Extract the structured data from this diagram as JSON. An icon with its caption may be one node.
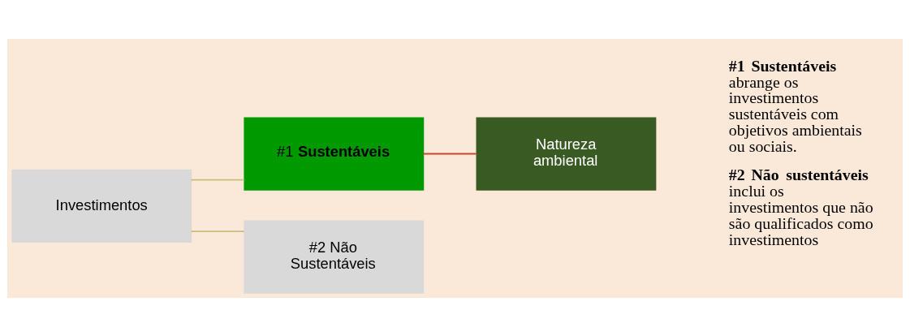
{
  "diagram": {
    "nodes": [
      {
        "text": [
          "Investimentos"
        ]
      },
      {
        "text": [
          "#1 **Sustentáveis**"
        ]
      },
      {
        "text": [
          "#2 Não Sustentáveis"
        ]
      },
      {
        "text": [
          "Natureza ambiental"
        ]
      }
    ],
    "edges": [
      {
        "from": 0,
        "to": 1,
        "arrow": "none"
      },
      {
        "from": 0,
        "to": 2,
        "arrow": "none"
      },
      {
        "from": 1,
        "to": 3,
        "arrow": "none",
        "color": "#c8472a"
      }
    ],
    "labels": [
      "**#1 Sustentáveis** abrange os investimentos sustentáveis com objetivos ambientais ou sociais.",
      "**#2 Não sustentáveis** inclui os investimentos que não são qualificados como investimentos"
    ]
  }
}
